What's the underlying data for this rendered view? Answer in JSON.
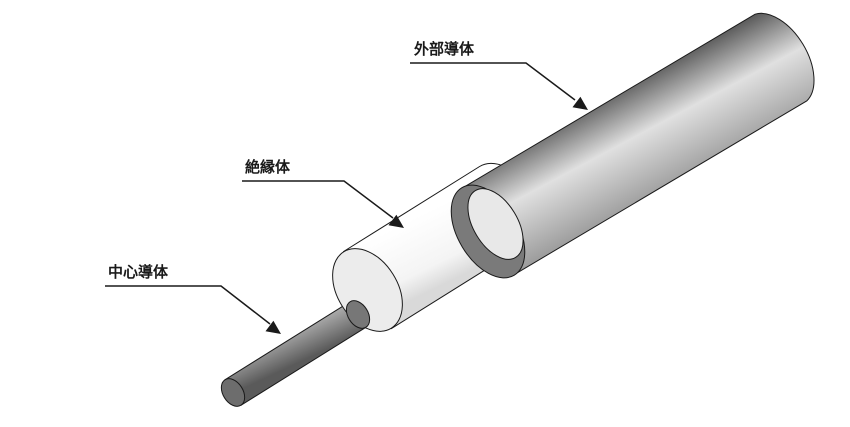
{
  "labels": {
    "outer_conductor": "外部導体",
    "insulator": "絶縁体",
    "center_conductor": "中心導体"
  },
  "colors": {
    "outer_jacket_light": "#e0e0e0",
    "outer_jacket_mid": "#9a9a9a",
    "outer_jacket_dark": "#555555",
    "outer_end_face": "#7a7a7a",
    "insulator_light": "#ffffff",
    "insulator_shadow": "#d9d9d9",
    "insulator_end_face": "#ececec",
    "conductor_light": "#b5b5b5",
    "conductor_dark": "#5a5a5a",
    "conductor_end_face": "#6d6d6d",
    "outline": "#1a1a1a",
    "text": "#1a1a1a"
  }
}
